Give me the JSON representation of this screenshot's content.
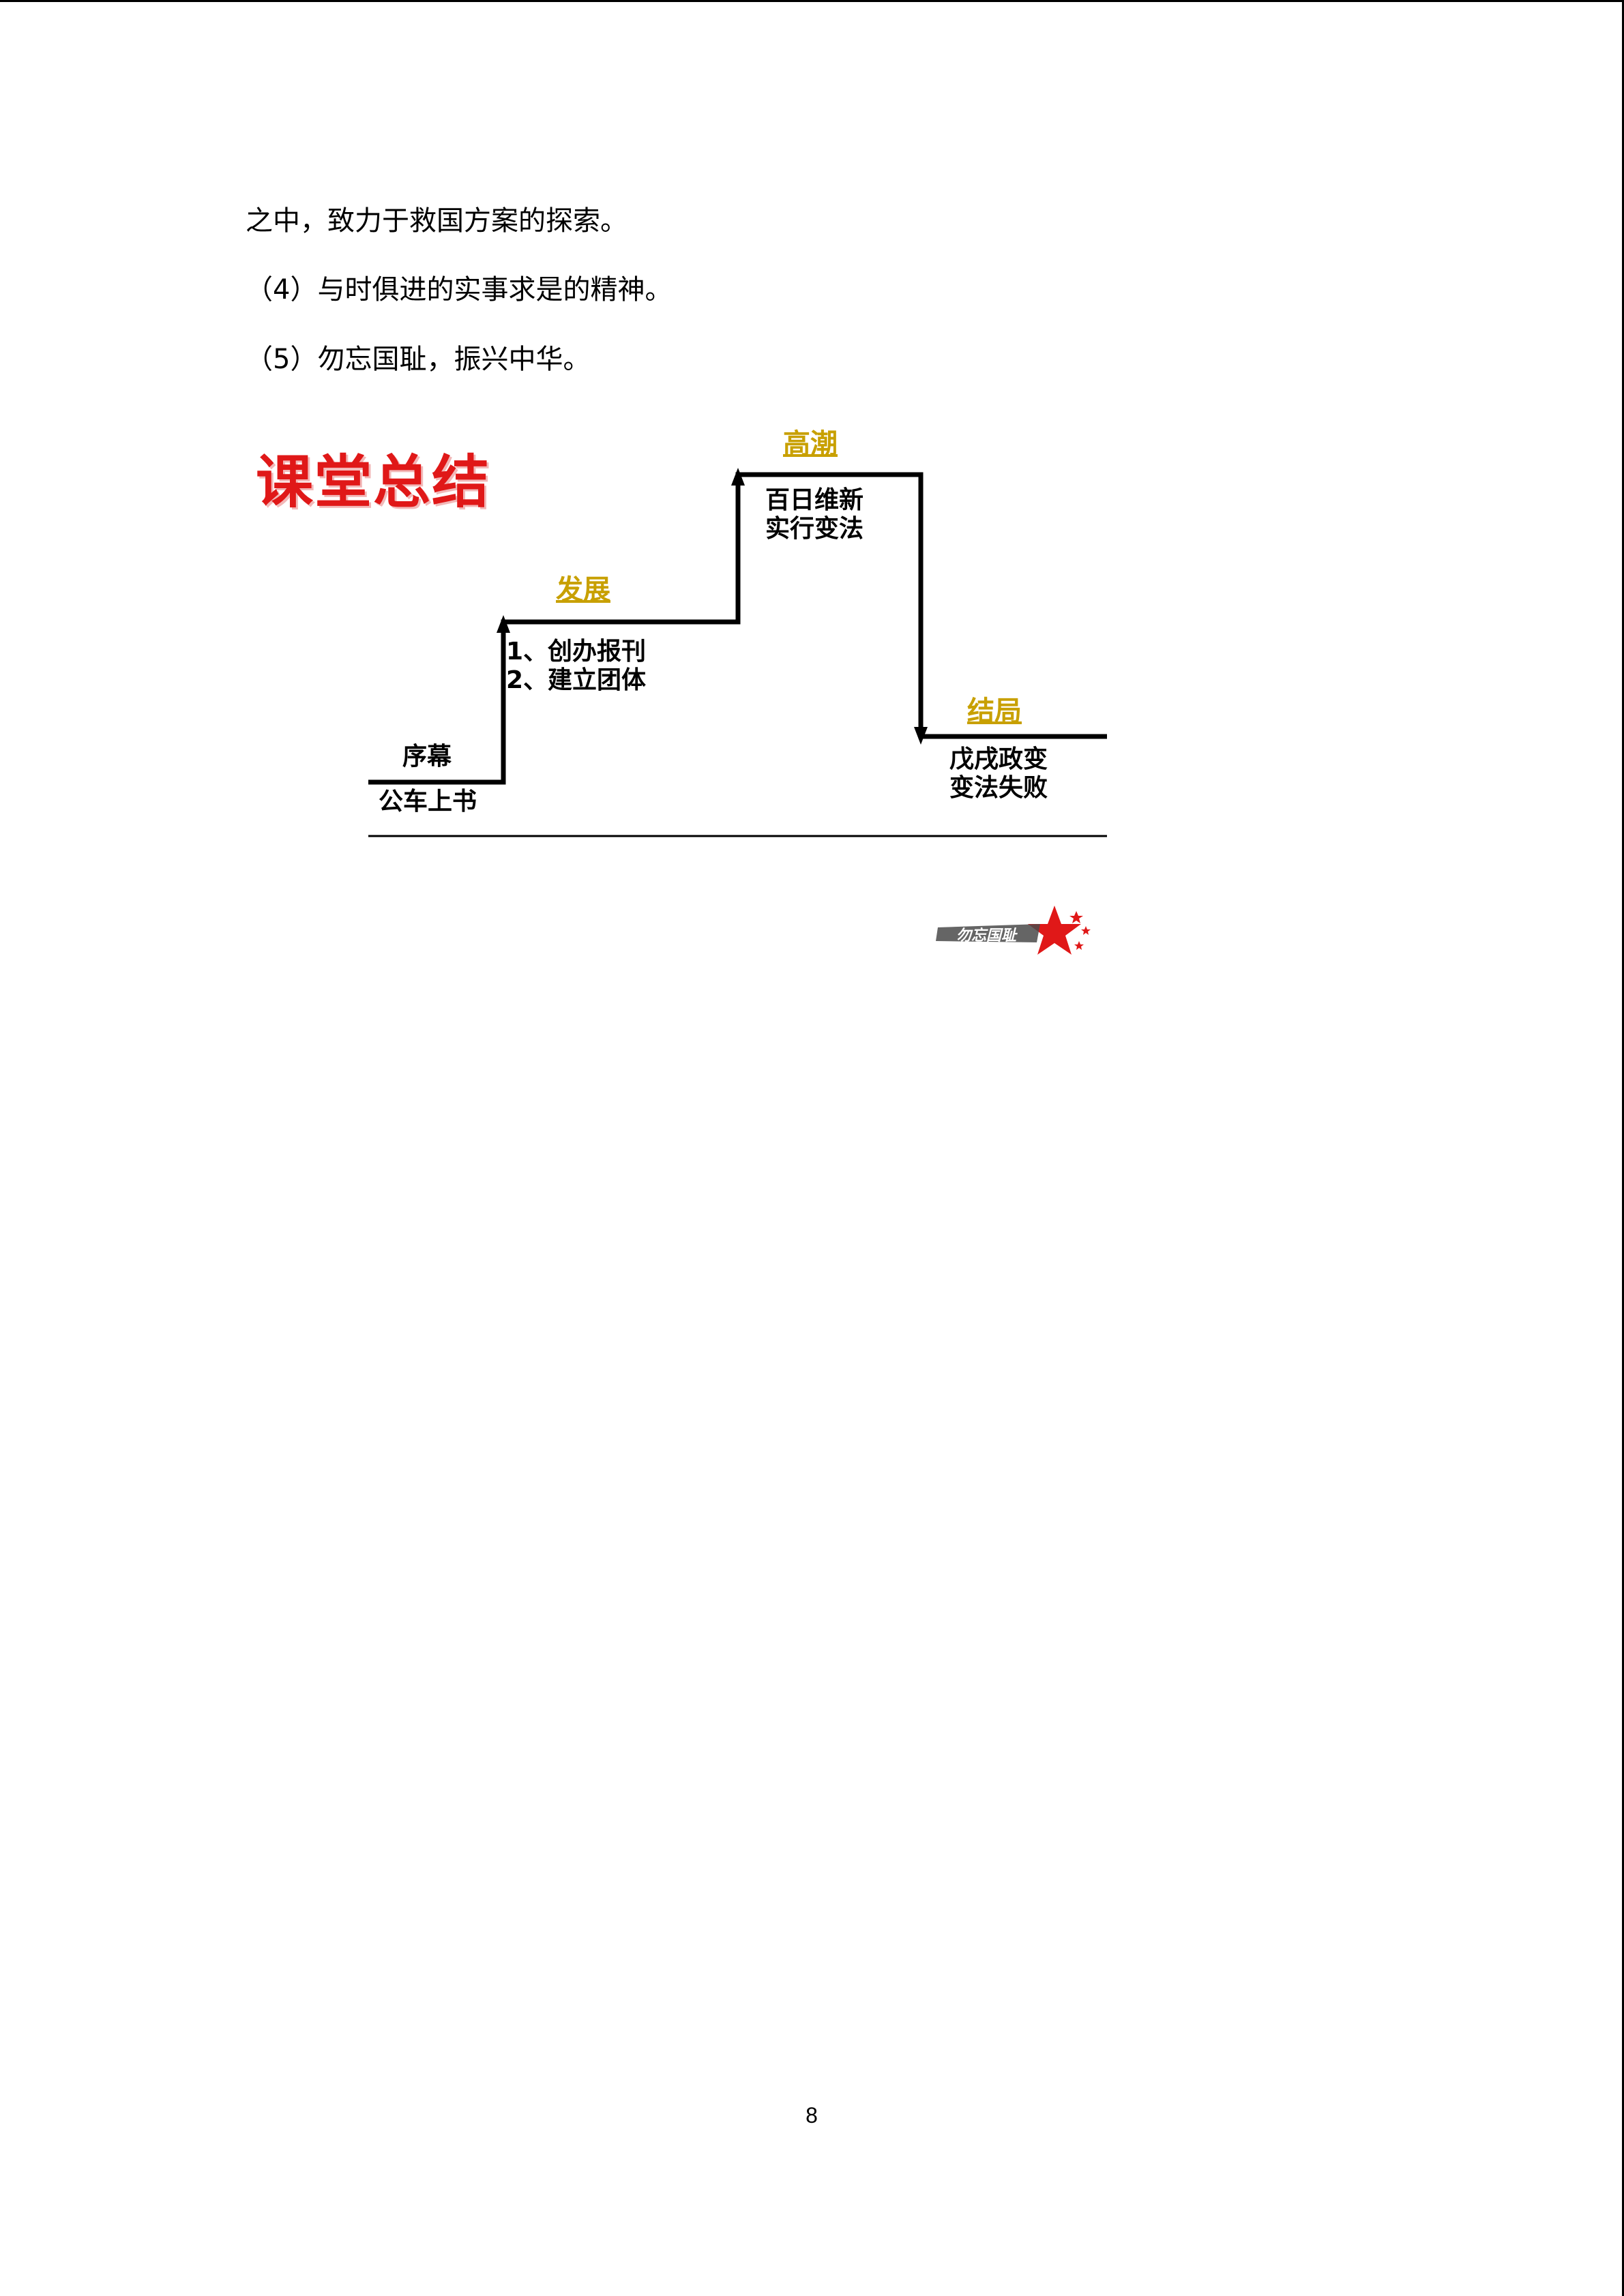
{
  "paragraphs": [
    {
      "text": "之中，致力于救国方案的探索。"
    },
    {
      "prefix": "（",
      "num": "4",
      "text": "）与时俱进的实事求是的精神。"
    },
    {
      "prefix": "（",
      "num": "5",
      "text": "）勿忘国耻，振兴中华。"
    }
  ],
  "summary": {
    "title": "课堂总结",
    "stages": {
      "prelude": {
        "title": "序幕",
        "lines": [
          "公车上书"
        ]
      },
      "development": {
        "title": "发展",
        "lines": [
          "1、创办报刊",
          "2、建立团体"
        ]
      },
      "climax": {
        "title": "高潮",
        "lines": [
          "百日维新",
          "实行变法"
        ]
      },
      "ending": {
        "title": "结局",
        "lines": [
          "戊戌政变",
          "变法失败"
        ]
      }
    },
    "logo_text": "勿忘国耻",
    "colors": {
      "title": "#e01818",
      "stage_title": "#c8a000",
      "logo_star": "#e01818"
    }
  },
  "page_number": "8"
}
